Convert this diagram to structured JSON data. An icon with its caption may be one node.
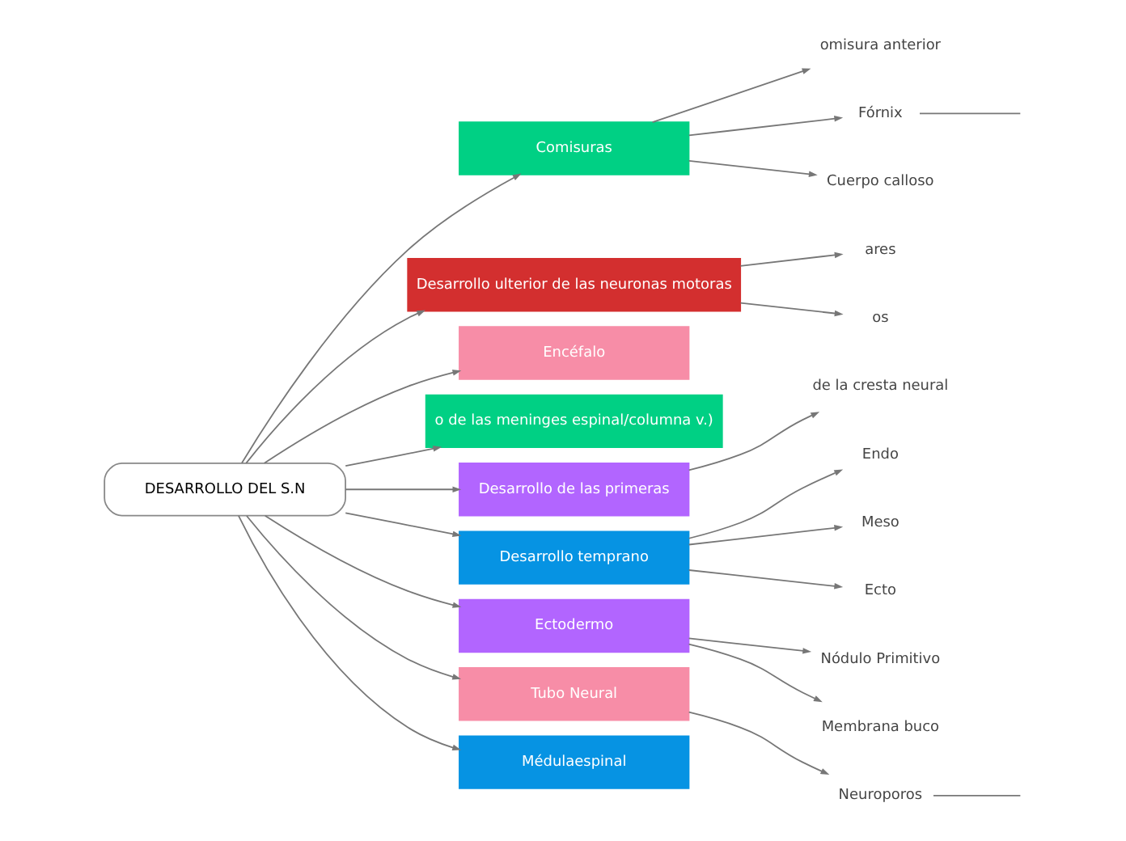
{
  "diagram": {
    "nodes": [
      {
        "text": [
          "DESARROLLO DEL S.N"
        ]
      },
      {
        "text": [
          "Comisuras"
        ]
      },
      {
        "text": [
          "omisura anterior"
        ]
      },
      {
        "text": [
          "Fórnix"
        ]
      },
      {
        "text": [
          "Cuerpo calloso"
        ]
      },
      {
        "text": [
          "Desarrollo ulterior de las neuronas motoras"
        ]
      },
      {
        "text": [
          "ares"
        ]
      },
      {
        "text": [
          "os"
        ]
      },
      {
        "text": [
          "Encéfalo"
        ]
      },
      {
        "text": [
          "o de las meninges espinal/columna v.)"
        ]
      },
      {
        "text": [
          "Desarrollo de las primeras"
        ]
      },
      {
        "text": [
          "de la cresta neural"
        ]
      },
      {
        "text": [
          "Desarrollo temprano"
        ]
      },
      {
        "text": [
          "Endo"
        ]
      },
      {
        "text": [
          "Meso"
        ]
      },
      {
        "text": [
          "Ecto"
        ]
      },
      {
        "text": [
          "Ectodermo"
        ]
      },
      {
        "text": [
          "Nódulo Primitivo"
        ]
      },
      {
        "text": [
          "Membrana buco"
        ]
      },
      {
        "text": [
          "Tubo Neural"
        ]
      },
      {
        "text": [
          "Neuroporos"
        ]
      },
      {
        "text": [
          "Médulaespinal"
        ]
      }
    ],
    "edges": [
      {
        "from": 0,
        "to": 1,
        "arrow": "to"
      },
      {
        "from": 1,
        "to": 2,
        "arrow": "to"
      },
      {
        "from": 1,
        "to": 3,
        "arrow": "to"
      },
      {
        "from": 1,
        "to": 4,
        "arrow": "to"
      },
      {
        "from": 3,
        "to": null,
        "arrow": "none"
      },
      {
        "from": 0,
        "to": 5,
        "arrow": "to"
      },
      {
        "from": 5,
        "to": 6,
        "arrow": "to"
      },
      {
        "from": 5,
        "to": 7,
        "arrow": "to"
      },
      {
        "from": 0,
        "to": 8,
        "arrow": "to"
      },
      {
        "from": 0,
        "to": 9,
        "arrow": "to"
      },
      {
        "from": 0,
        "to": 10,
        "arrow": "to"
      },
      {
        "from": 10,
        "to": 11,
        "arrow": "to"
      },
      {
        "from": 0,
        "to": 12,
        "arrow": "to"
      },
      {
        "from": 12,
        "to": 13,
        "arrow": "to"
      },
      {
        "from": 12,
        "to": 14,
        "arrow": "to"
      },
      {
        "from": 12,
        "to": 15,
        "arrow": "to"
      },
      {
        "from": 0,
        "to": 16,
        "arrow": "to"
      },
      {
        "from": 16,
        "to": 17,
        "arrow": "to"
      },
      {
        "from": 16,
        "to": 18,
        "arrow": "to"
      },
      {
        "from": 0,
        "to": 19,
        "arrow": "to"
      },
      {
        "from": 19,
        "to": 20,
        "arrow": "to"
      },
      {
        "from": 20,
        "to": null,
        "arrow": "none"
      },
      {
        "from": 0,
        "to": 21,
        "arrow": "to"
      }
    ]
  }
}
